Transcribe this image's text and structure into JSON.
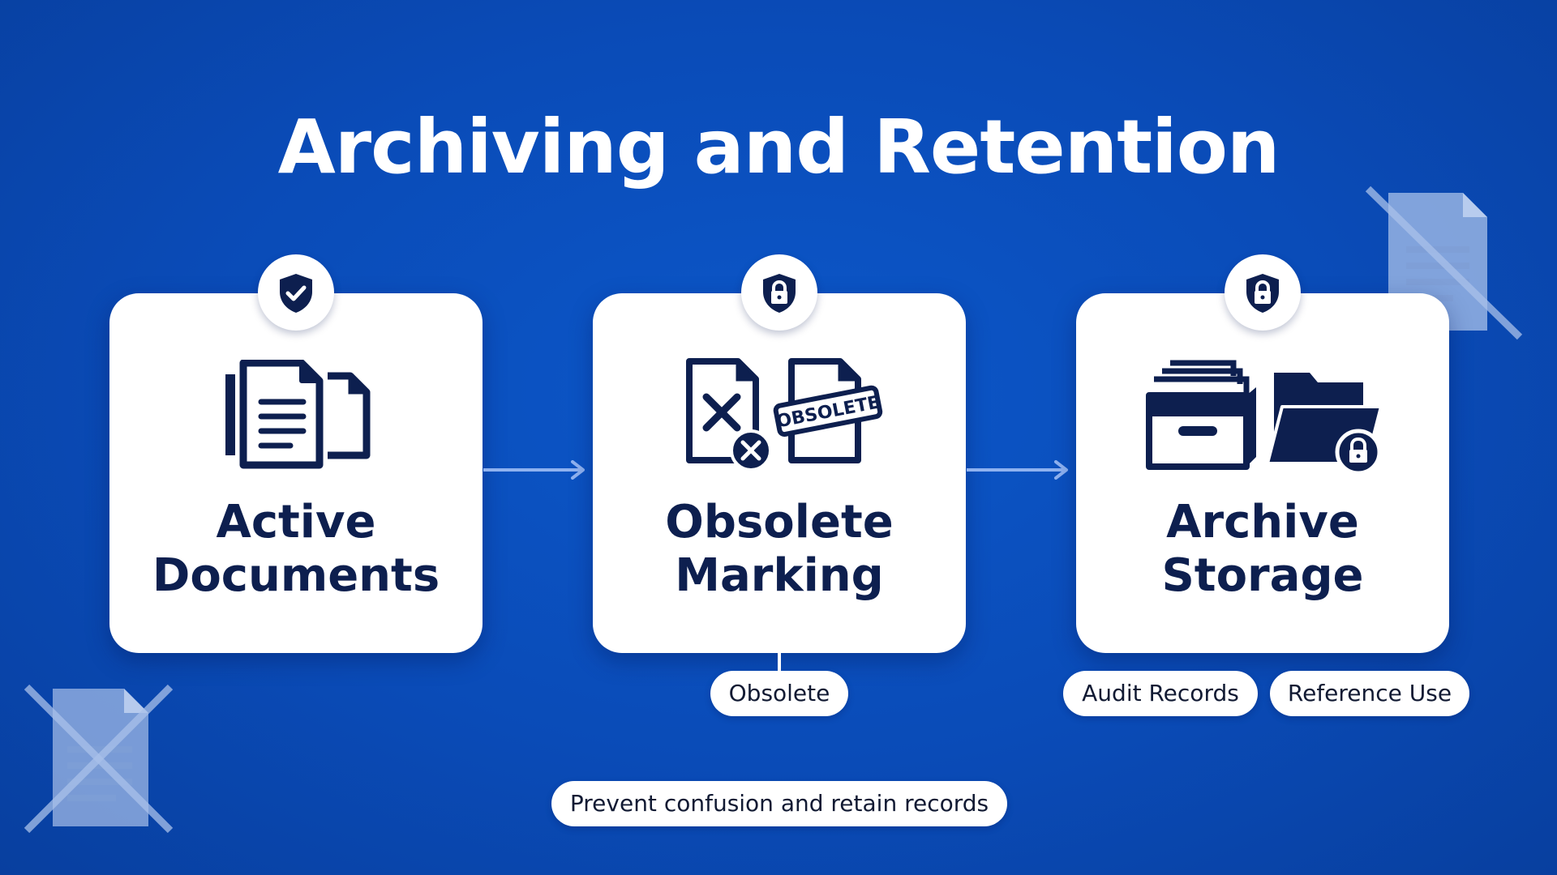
{
  "title": "Archiving and Retention",
  "steps": [
    {
      "line1": "Active",
      "line2": "Documents",
      "badge_icon": "shield-check-icon",
      "icon": "documents-icon"
    },
    {
      "line1": "Obsolete",
      "line2": "Marking",
      "badge_icon": "shield-lock-icon",
      "icon": "obsolete-document-icon",
      "stamp": "OBSOLETE"
    },
    {
      "line1": "Archive",
      "line2": "Storage",
      "badge_icon": "shield-lock-icon",
      "icon": "archive-box-folder-icon"
    }
  ],
  "tags": {
    "obsolete": "Obsolete",
    "audit_records": "Audit Records",
    "reference_use": "Reference Use"
  },
  "footer_note": "Prevent confusion and retain records",
  "colors": {
    "background": "#0a4bb7",
    "card": "#ffffff",
    "icon_navy": "#0d1f4f",
    "text_dark": "#111a33"
  }
}
